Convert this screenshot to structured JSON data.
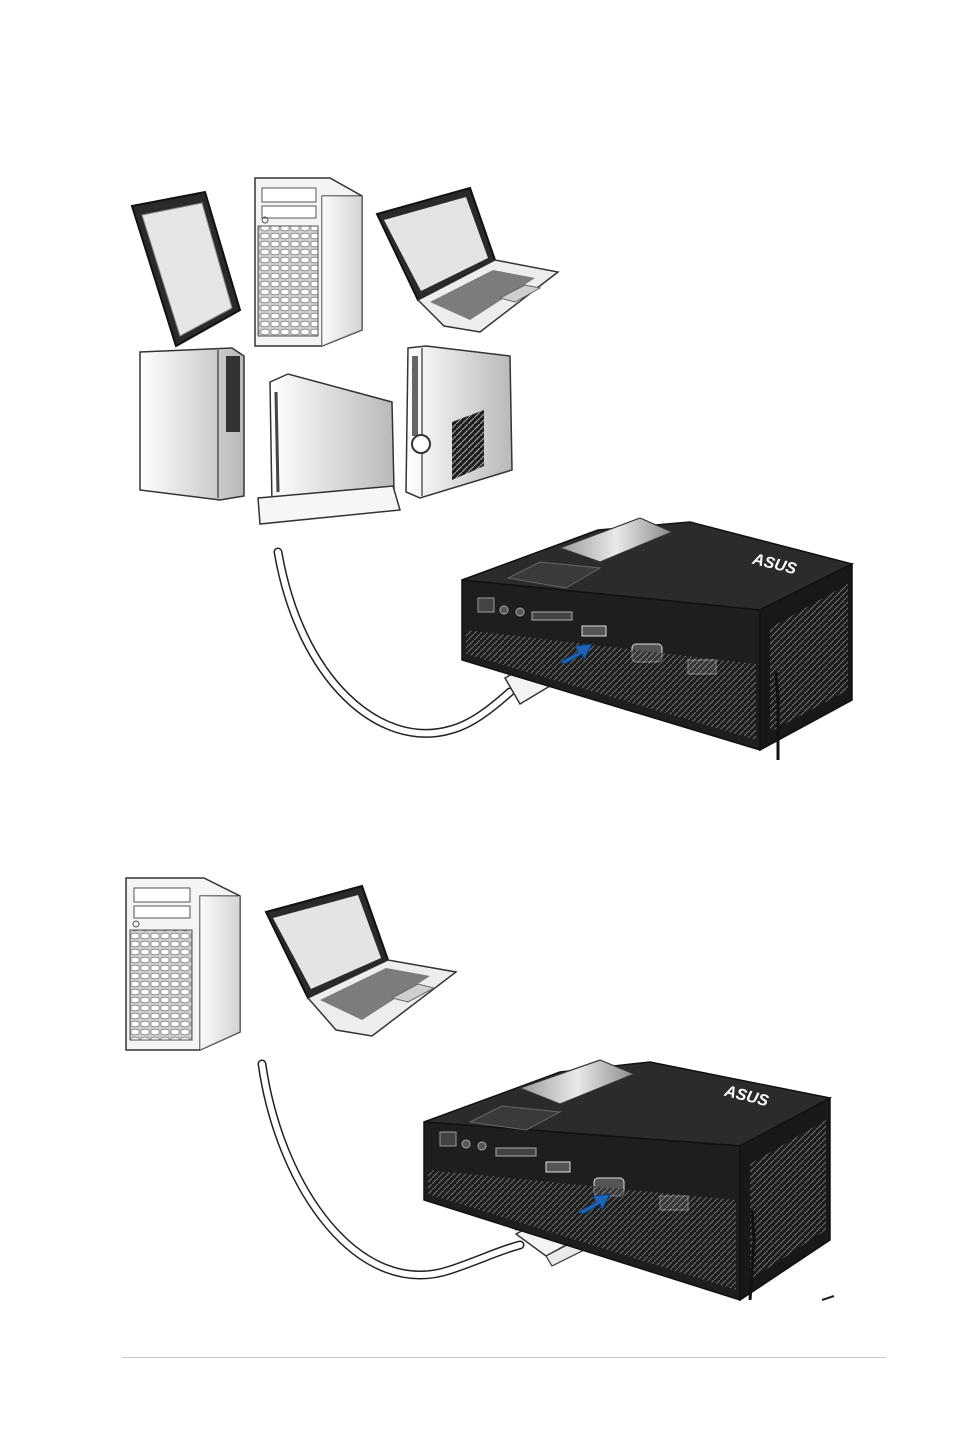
{
  "brand": {
    "logo_text": "ASUS"
  },
  "figures": [
    {
      "connection": "hdmi",
      "source_devices": [
        "tablet-icon",
        "desktop-tower-icon",
        "laptop-icon",
        "game-console-icon",
        "game-console-icon",
        "game-console-icon"
      ]
    },
    {
      "connection": "vga",
      "source_devices": [
        "desktop-tower-icon",
        "laptop-icon"
      ]
    }
  ],
  "colors": {
    "projector_body": "#1e1e1e",
    "projector_top": "#2b2b2b",
    "arrow": "#1f63b5",
    "line": "#333333",
    "footer_rule": "#c9c9c9"
  }
}
